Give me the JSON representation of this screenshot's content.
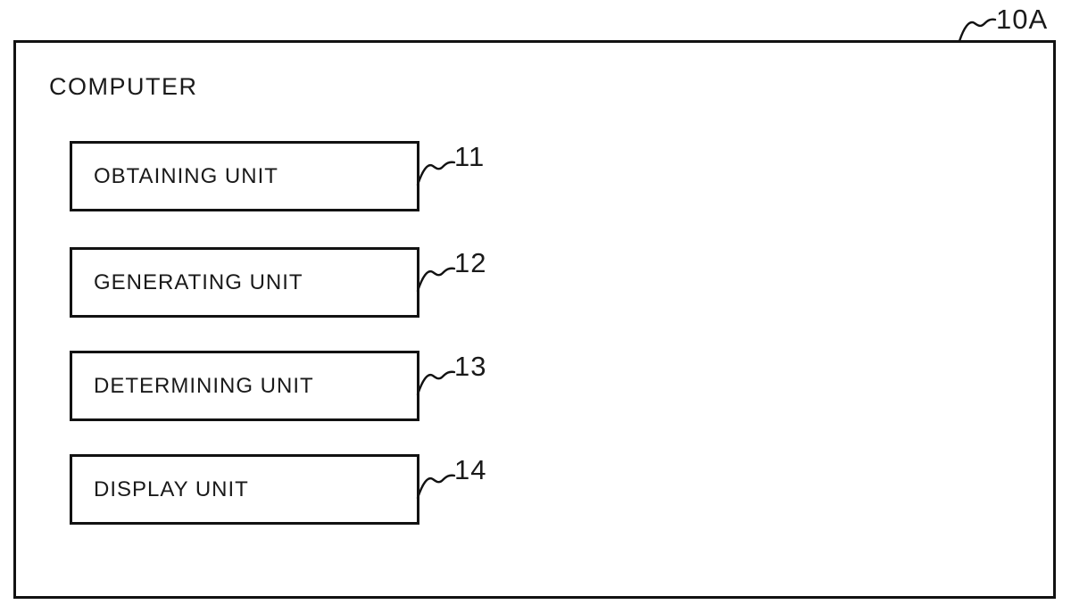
{
  "figure": {
    "outer_ref": "10A",
    "container": {
      "label": "COMPUTER"
    },
    "units": [
      {
        "label": "OBTAINING UNIT",
        "ref": "11"
      },
      {
        "label": "GENERATING UNIT",
        "ref": "12"
      },
      {
        "label": "DETERMINING UNIT",
        "ref": "13"
      },
      {
        "label": "DISPLAY UNIT",
        "ref": "14"
      }
    ],
    "colors": {
      "line": "#121212",
      "text": "#1a1a1a",
      "background": "#ffffff"
    }
  }
}
